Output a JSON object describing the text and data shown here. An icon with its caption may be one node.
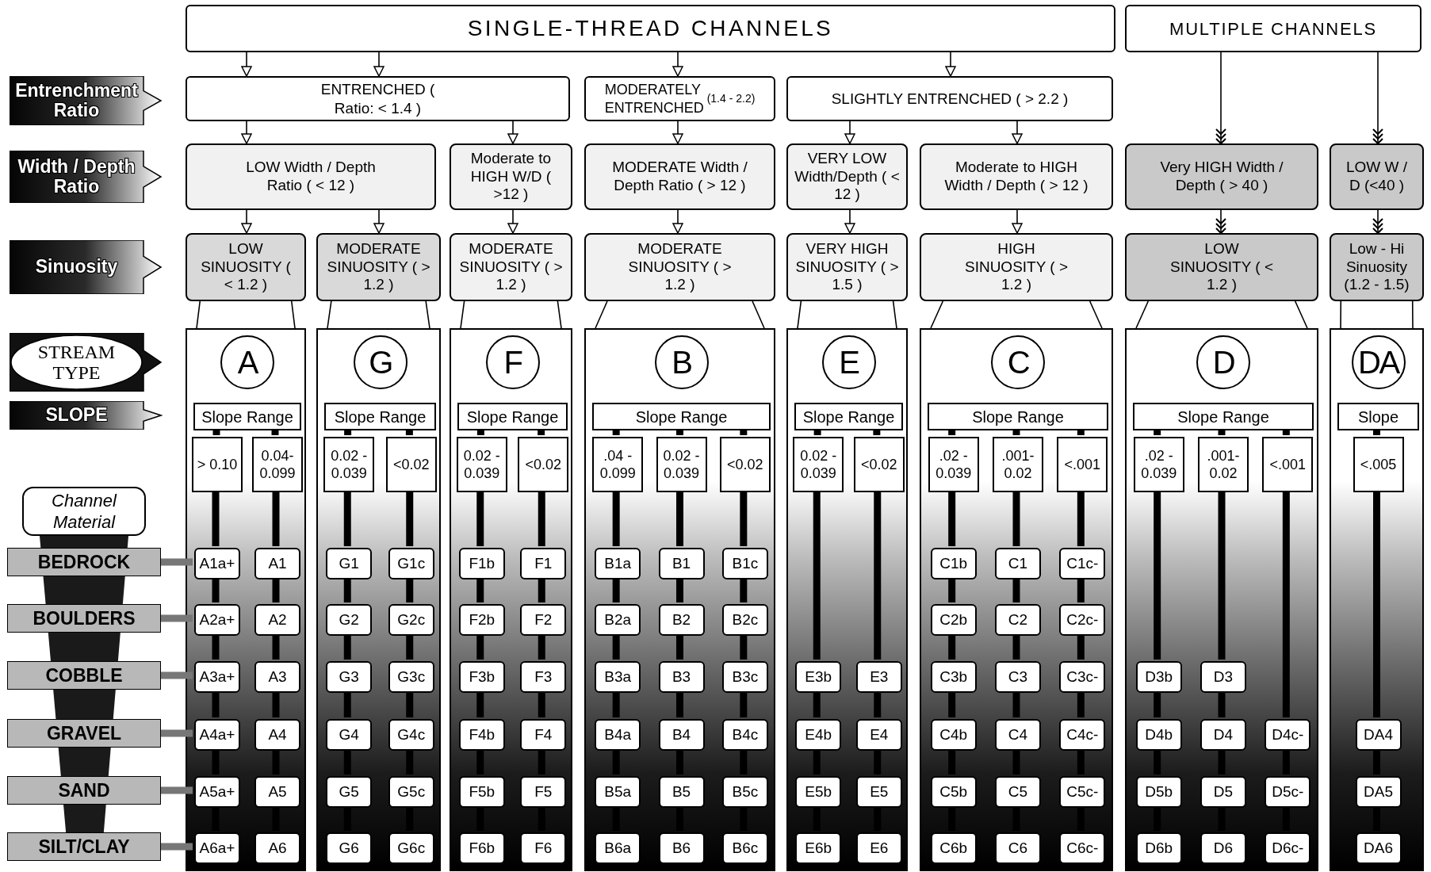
{
  "diagram": {
    "nodes": [
      {
        "text": [
          "SINGLE-THREAD CHANNELS"
        ]
      },
      {
        "text": [
          "MULTIPLE CHANNELS"
        ]
      },
      {
        "text": [
          "Entrenchment Ratio"
        ]
      },
      {
        "text": [
          "ENTRENCHED ( Ratio: < 1.4 )"
        ]
      },
      {
        "text": [
          "MODERATELY ENTRENCHED",
          "(1.4 - 2.2)"
        ]
      },
      {
        "text": [
          "SLIGHTLY ENTRENCHED ( > 2.2 )"
        ]
      },
      {
        "text": [
          "Width / Depth Ratio"
        ]
      },
      {
        "text": [
          "LOW Width / Depth Ratio ( < 12 )"
        ]
      },
      {
        "text": [
          "Moderate to HIGH W/D ( >12 )"
        ]
      },
      {
        "text": [
          "MODERATE Width / Depth Ratio ( > 12 )"
        ]
      },
      {
        "text": [
          "VERY LOW Width/Depth ( < 12 )"
        ]
      },
      {
        "text": [
          "Moderate to HIGH Width / Depth ( > 12 )"
        ]
      },
      {
        "text": [
          "Very HIGH Width / Depth ( > 40 )"
        ]
      },
      {
        "text": [
          "LOW W / D (<40 )"
        ]
      },
      {
        "text": [
          "Sinuosity"
        ]
      },
      {
        "text": [
          "LOW SINUOSITY ( < 1.2 )"
        ]
      },
      {
        "text": [
          "MODERATE SINUOSITY ( > 1.2 )"
        ]
      },
      {
        "text": [
          "MODERATE SINUOSITY ( > 1.2 )"
        ]
      },
      {
        "text": [
          "MODERATE SINUOSITY ( > 1.2 )"
        ]
      },
      {
        "text": [
          "VERY HIGH SINUOSITY ( > 1.5 )"
        ]
      },
      {
        "text": [
          "HIGH SINUOSITY ( > 1.2 )"
        ]
      },
      {
        "text": [
          "LOW SINUOSITY ( < 1.2 )"
        ]
      },
      {
        "text": [
          "Low - Hi Sinuosity (1.2 - 1.5)"
        ]
      },
      {
        "text": [
          "STREAM TYPE"
        ]
      },
      {
        "text": [
          "SLOPE"
        ]
      },
      {
        "text": [
          "Channel Material"
        ]
      },
      {
        "text": [
          "BEDROCK"
        ]
      },
      {
        "text": [
          "BOULDERS"
        ]
      },
      {
        "text": [
          "COBBLE"
        ]
      },
      {
        "text": [
          "GRAVEL"
        ]
      },
      {
        "text": [
          "SAND"
        ]
      },
      {
        "text": [
          "SILT/CLAY"
        ]
      },
      {
        "text": [],
        "shape": "box"
      },
      {
        "text": [
          "A"
        ],
        "in": 32
      },
      {
        "text": [
          "Slope Range"
        ],
        "in": 32
      },
      {
        "text": [
          "> 0.10"
        ],
        "in": 32
      },
      {
        "text": [
          "0.04- 0.099"
        ],
        "in": 32
      },
      {
        "text": [
          "A1a+"
        ],
        "in": 32
      },
      {
        "text": [
          "A1"
        ],
        "in": 32
      },
      {
        "text": [
          "A2a+"
        ],
        "in": 32
      },
      {
        "text": [
          "A2"
        ],
        "in": 32
      },
      {
        "text": [
          "A3a+"
        ],
        "in": 32
      },
      {
        "text": [
          "A3"
        ],
        "in": 32
      },
      {
        "text": [
          "A4a+"
        ],
        "in": 32
      },
      {
        "text": [
          "A4"
        ],
        "in": 32
      },
      {
        "text": [
          "A5a+"
        ],
        "in": 32
      },
      {
        "text": [
          "A5"
        ],
        "in": 32
      },
      {
        "text": [
          "A6a+"
        ],
        "in": 32
      },
      {
        "text": [
          "A6"
        ],
        "in": 32
      },
      {
        "text": [],
        "shape": "box"
      },
      {
        "text": [
          "G"
        ],
        "in": 49
      },
      {
        "text": [
          "Slope Range"
        ],
        "in": 49
      },
      {
        "text": [
          "0.02 - 0.039"
        ],
        "in": 49
      },
      {
        "text": [
          "<0.02"
        ],
        "in": 49
      },
      {
        "text": [
          "G1"
        ],
        "in": 49
      },
      {
        "text": [
          "G1c"
        ],
        "in": 49
      },
      {
        "text": [
          "G2"
        ],
        "in": 49
      },
      {
        "text": [
          "G2c"
        ],
        "in": 49
      },
      {
        "text": [
          "G3"
        ],
        "in": 49
      },
      {
        "text": [
          "G3c"
        ],
        "in": 49
      },
      {
        "text": [
          "G4"
        ],
        "in": 49
      },
      {
        "text": [
          "G4c"
        ],
        "in": 49
      },
      {
        "text": [
          "G5"
        ],
        "in": 49
      },
      {
        "text": [
          "G5c"
        ],
        "in": 49
      },
      {
        "text": [
          "G6"
        ],
        "in": 49
      },
      {
        "text": [
          "G6c"
        ],
        "in": 49
      },
      {
        "text": [],
        "shape": "box"
      },
      {
        "text": [
          "F"
        ],
        "in": 66
      },
      {
        "text": [
          "Slope Range"
        ],
        "in": 66
      },
      {
        "text": [
          "0.02 - 0.039"
        ],
        "in": 66
      },
      {
        "text": [
          "<0.02"
        ],
        "in": 66
      },
      {
        "text": [
          "F1b"
        ],
        "in": 66
      },
      {
        "text": [
          "F1"
        ],
        "in": 66
      },
      {
        "text": [
          "F2b"
        ],
        "in": 66
      },
      {
        "text": [
          "F2"
        ],
        "in": 66
      },
      {
        "text": [
          "F3b"
        ],
        "in": 66
      },
      {
        "text": [
          "F3"
        ],
        "in": 66
      },
      {
        "text": [
          "F4b"
        ],
        "in": 66
      },
      {
        "text": [
          "F4"
        ],
        "in": 66
      },
      {
        "text": [
          "F5b"
        ],
        "in": 66
      },
      {
        "text": [
          "F5"
        ],
        "in": 66
      },
      {
        "text": [
          "F6b"
        ],
        "in": 66
      },
      {
        "text": [
          "F6"
        ],
        "in": 66
      },
      {
        "text": [],
        "shape": "box"
      },
      {
        "text": [
          "B"
        ],
        "in": 83
      },
      {
        "text": [
          "Slope Range"
        ],
        "in": 83
      },
      {
        "text": [
          ".04 - 0.099"
        ],
        "in": 83
      },
      {
        "text": [
          "0.02 - 0.039"
        ],
        "in": 83
      },
      {
        "text": [
          "<0.02"
        ],
        "in": 83
      },
      {
        "text": [
          "B1a"
        ],
        "in": 83
      },
      {
        "text": [
          "B1"
        ],
        "in": 83
      },
      {
        "text": [
          "B1c"
        ],
        "in": 83
      },
      {
        "text": [
          "B2a"
        ],
        "in": 83
      },
      {
        "text": [
          "B2"
        ],
        "in": 83
      },
      {
        "text": [
          "B2c"
        ],
        "in": 83
      },
      {
        "text": [
          "B3a"
        ],
        "in": 83
      },
      {
        "text": [
          "B3"
        ],
        "in": 83
      },
      {
        "text": [
          "B3c"
        ],
        "in": 83
      },
      {
        "text": [
          "B4a"
        ],
        "in": 83
      },
      {
        "text": [
          "B4"
        ],
        "in": 83
      },
      {
        "text": [
          "B4c"
        ],
        "in": 83
      },
      {
        "text": [
          "B5a"
        ],
        "in": 83
      },
      {
        "text": [
          "B5"
        ],
        "in": 83
      },
      {
        "text": [
          "B5c"
        ],
        "in": 83
      },
      {
        "text": [
          "B6a"
        ],
        "in": 83
      },
      {
        "text": [
          "B6"
        ],
        "in": 83
      },
      {
        "text": [
          "B6c"
        ],
        "in": 83
      },
      {
        "text": [],
        "shape": "box"
      },
      {
        "text": [
          "E"
        ],
        "in": 107
      },
      {
        "text": [
          "Slope Range"
        ],
        "in": 107
      },
      {
        "text": [
          "0.02 - 0.039"
        ],
        "in": 107
      },
      {
        "text": [
          "<0.02"
        ],
        "in": 107
      },
      {
        "text": [
          "E3b"
        ],
        "in": 107
      },
      {
        "text": [
          "E3"
        ],
        "in": 107
      },
      {
        "text": [
          "E4b"
        ],
        "in": 107
      },
      {
        "text": [
          "E4"
        ],
        "in": 107
      },
      {
        "text": [
          "E5b"
        ],
        "in": 107
      },
      {
        "text": [
          "E5"
        ],
        "in": 107
      },
      {
        "text": [
          "E6b"
        ],
        "in": 107
      },
      {
        "text": [
          "E6"
        ],
        "in": 107
      },
      {
        "text": [],
        "shape": "box"
      },
      {
        "text": [
          "C"
        ],
        "in": 120
      },
      {
        "text": [
          "Slope Range"
        ],
        "in": 120
      },
      {
        "text": [
          ".02 - 0.039"
        ],
        "in": 120
      },
      {
        "text": [
          ".001- 0.02"
        ],
        "in": 120
      },
      {
        "text": [
          "<.001"
        ],
        "in": 120
      },
      {
        "text": [
          "C1b"
        ],
        "in": 120
      },
      {
        "text": [
          "C1"
        ],
        "in": 120
      },
      {
        "text": [
          "C1c-"
        ],
        "in": 120
      },
      {
        "text": [
          "C2b"
        ],
        "in": 120
      },
      {
        "text": [
          "C2"
        ],
        "in": 120
      },
      {
        "text": [
          "C2c-"
        ],
        "in": 120
      },
      {
        "text": [
          "C3b"
        ],
        "in": 120
      },
      {
        "text": [
          "C3"
        ],
        "in": 120
      },
      {
        "text": [
          "C3c-"
        ],
        "in": 120
      },
      {
        "text": [
          "C4b"
        ],
        "in": 120
      },
      {
        "text": [
          "C4"
        ],
        "in": 120
      },
      {
        "text": [
          "C4c-"
        ],
        "in": 120
      },
      {
        "text": [
          "C5b"
        ],
        "in": 120
      },
      {
        "text": [
          "C5"
        ],
        "in": 120
      },
      {
        "text": [
          "C5c-"
        ],
        "in": 120
      },
      {
        "text": [
          "C6b"
        ],
        "in": 120
      },
      {
        "text": [
          "C6"
        ],
        "in": 120
      },
      {
        "text": [
          "C6c-"
        ],
        "in": 120
      },
      {
        "text": [],
        "shape": "box"
      },
      {
        "text": [
          "D"
        ],
        "in": 144
      },
      {
        "text": [
          "Slope Range"
        ],
        "in": 144
      },
      {
        "text": [
          ".02 - 0.039"
        ],
        "in": 144
      },
      {
        "text": [
          ".001- 0.02"
        ],
        "in": 144
      },
      {
        "text": [
          "<.001"
        ],
        "in": 144
      },
      {
        "text": [
          "D3b"
        ],
        "in": 144
      },
      {
        "text": [
          "D3"
        ],
        "in": 144
      },
      {
        "text": [
          "D4b"
        ],
        "in": 144
      },
      {
        "text": [
          "D4"
        ],
        "in": 144
      },
      {
        "text": [
          "D4c-"
        ],
        "in": 144
      },
      {
        "text": [
          "D5b"
        ],
        "in": 144
      },
      {
        "text": [
          "D5"
        ],
        "in": 144
      },
      {
        "text": [
          "D5c-"
        ],
        "in": 144
      },
      {
        "text": [
          "D6b"
        ],
        "in": 144
      },
      {
        "text": [
          "D6"
        ],
        "in": 144
      },
      {
        "text": [
          "D6c-"
        ],
        "in": 144
      },
      {
        "text": [],
        "shape": "box"
      },
      {
        "text": [
          "DA"
        ],
        "in": 161
      },
      {
        "text": [
          "Slope"
        ],
        "in": 161
      },
      {
        "text": [
          "<.005"
        ],
        "in": 161
      },
      {
        "text": [
          "DA4"
        ],
        "in": 161
      },
      {
        "text": [
          "DA5"
        ],
        "in": 161
      },
      {
        "text": [
          "DA6"
        ],
        "in": 161
      }
    ],
    "edges": [
      {
        "from": 0,
        "to": 3,
        "arrow": "to"
      },
      {
        "from": 0,
        "to": 3,
        "arrow": "to"
      },
      {
        "from": 0,
        "to": 4,
        "arrow": "to"
      },
      {
        "from": 0,
        "to": 5,
        "arrow": "to"
      },
      {
        "from": 1,
        "to": 12,
        "arrow": "to"
      },
      {
        "from": 1,
        "to": 13,
        "arrow": "to"
      },
      {
        "from": 3,
        "to": 7,
        "arrow": "to"
      },
      {
        "from": 3,
        "to": 8,
        "arrow": "to"
      },
      {
        "from": 4,
        "to": 9,
        "arrow": "to"
      },
      {
        "from": 5,
        "to": 10,
        "arrow": "to"
      },
      {
        "from": 5,
        "to": 11,
        "arrow": "to"
      },
      {
        "from": 7,
        "to": 15,
        "arrow": "to"
      },
      {
        "from": 7,
        "to": 16,
        "arrow": "to"
      },
      {
        "from": 8,
        "to": 17,
        "arrow": "to"
      },
      {
        "from": 9,
        "to": 18,
        "arrow": "to"
      },
      {
        "from": 10,
        "to": 19,
        "arrow": "to"
      },
      {
        "from": 11,
        "to": 20,
        "arrow": "to"
      },
      {
        "from": 12,
        "to": 21,
        "arrow": "to"
      },
      {
        "from": 13,
        "to": 22,
        "arrow": "to"
      },
      {
        "from": 15,
        "to": 32,
        "arrow": "none"
      },
      {
        "from": 16,
        "to": 49,
        "arrow": "none"
      },
      {
        "from": 17,
        "to": 66,
        "arrow": "none"
      },
      {
        "from": 18,
        "to": 83,
        "arrow": "none"
      },
      {
        "from": 19,
        "to": 107,
        "arrow": "none"
      },
      {
        "from": 20,
        "to": 120,
        "arrow": "none"
      },
      {
        "from": 21,
        "to": 144,
        "arrow": "none"
      },
      {
        "from": 22,
        "to": 161,
        "arrow": "none"
      },
      {
        "from": 26,
        "to": 37,
        "arrow": "none",
        "color": "#777777"
      },
      {
        "from": 27,
        "to": 39,
        "arrow": "none",
        "color": "#777777"
      },
      {
        "from": 28,
        "to": 41,
        "arrow": "none",
        "color": "#777777"
      },
      {
        "from": 29,
        "to": 43,
        "arrow": "none",
        "color": "#777777"
      },
      {
        "from": 30,
        "to": 45,
        "arrow": "none",
        "color": "#777777"
      },
      {
        "from": 31,
        "to": 47,
        "arrow": "none",
        "color": "#777777"
      },
      {
        "from": 34,
        "to": 35,
        "arrow": "none"
      },
      {
        "from": 34,
        "to": 36,
        "arrow": "none"
      },
      {
        "from": 35,
        "to": 37,
        "arrow": "none"
      },
      {
        "from": 37,
        "to": 39,
        "arrow": "none"
      },
      {
        "from": 39,
        "to": 41,
        "arrow": "none"
      },
      {
        "from": 41,
        "to": 43,
        "arrow": "none"
      },
      {
        "from": 43,
        "to": 45,
        "arrow": "none"
      },
      {
        "from": 45,
        "to": 47,
        "arrow": "none"
      },
      {
        "from": 36,
        "to": 38,
        "arrow": "none"
      },
      {
        "from": 38,
        "to": 40,
        "arrow": "none"
      },
      {
        "from": 40,
        "to": 42,
        "arrow": "none"
      },
      {
        "from": 42,
        "to": 44,
        "arrow": "none"
      },
      {
        "from": 44,
        "to": 46,
        "arrow": "none"
      },
      {
        "from": 46,
        "to": 48,
        "arrow": "none"
      },
      {
        "from": 51,
        "to": 52,
        "arrow": "none"
      },
      {
        "from": 51,
        "to": 53,
        "arrow": "none"
      },
      {
        "from": 52,
        "to": 54,
        "arrow": "none"
      },
      {
        "from": 54,
        "to": 56,
        "arrow": "none"
      },
      {
        "from": 56,
        "to": 58,
        "arrow": "none"
      },
      {
        "from": 58,
        "to": 60,
        "arrow": "none"
      },
      {
        "from": 60,
        "to": 62,
        "arrow": "none"
      },
      {
        "from": 62,
        "to": 64,
        "arrow": "none"
      },
      {
        "from": 53,
        "to": 55,
        "arrow": "none"
      },
      {
        "from": 55,
        "to": 57,
        "arrow": "none"
      },
      {
        "from": 57,
        "to": 59,
        "arrow": "none"
      },
      {
        "from": 59,
        "to": 61,
        "arrow": "none"
      },
      {
        "from": 61,
        "to": 63,
        "arrow": "none"
      },
      {
        "from": 63,
        "to": 65,
        "arrow": "none"
      },
      {
        "from": 68,
        "to": 69,
        "arrow": "none"
      },
      {
        "from": 68,
        "to": 70,
        "arrow": "none"
      },
      {
        "from": 69,
        "to": 71,
        "arrow": "none"
      },
      {
        "from": 71,
        "to": 73,
        "arrow": "none"
      },
      {
        "from": 73,
        "to": 75,
        "arrow": "none"
      },
      {
        "from": 75,
        "to": 77,
        "arrow": "none"
      },
      {
        "from": 77,
        "to": 79,
        "arrow": "none"
      },
      {
        "from": 79,
        "to": 81,
        "arrow": "none"
      },
      {
        "from": 70,
        "to": 72,
        "arrow": "none"
      },
      {
        "from": 72,
        "to": 74,
        "arrow": "none"
      },
      {
        "from": 74,
        "to": 76,
        "arrow": "none"
      },
      {
        "from": 76,
        "to": 78,
        "arrow": "none"
      },
      {
        "from": 78,
        "to": 80,
        "arrow": "none"
      },
      {
        "from": 80,
        "to": 82,
        "arrow": "none"
      },
      {
        "from": 85,
        "to": 86,
        "arrow": "none"
      },
      {
        "from": 85,
        "to": 87,
        "arrow": "none"
      },
      {
        "from": 85,
        "to": 88,
        "arrow": "none"
      },
      {
        "from": 86,
        "to": 89,
        "arrow": "none"
      },
      {
        "from": 89,
        "to": 92,
        "arrow": "none"
      },
      {
        "from": 92,
        "to": 95,
        "arrow": "none"
      },
      {
        "from": 95,
        "to": 98,
        "arrow": "none"
      },
      {
        "from": 98,
        "to": 101,
        "arrow": "none"
      },
      {
        "from": 101,
        "to": 104,
        "arrow": "none"
      },
      {
        "from": 87,
        "to": 90,
        "arrow": "none"
      },
      {
        "from": 90,
        "to": 93,
        "arrow": "none"
      },
      {
        "from": 93,
        "to": 96,
        "arrow": "none"
      },
      {
        "from": 96,
        "to": 99,
        "arrow": "none"
      },
      {
        "from": 99,
        "to": 102,
        "arrow": "none"
      },
      {
        "from": 102,
        "to": 105,
        "arrow": "none"
      },
      {
        "from": 88,
        "to": 91,
        "arrow": "none"
      },
      {
        "from": 91,
        "to": 94,
        "arrow": "none"
      },
      {
        "from": 94,
        "to": 97,
        "arrow": "none"
      },
      {
        "from": 97,
        "to": 100,
        "arrow": "none"
      },
      {
        "from": 100,
        "to": 103,
        "arrow": "none"
      },
      {
        "from": 103,
        "to": 106,
        "arrow": "none"
      },
      {
        "from": 109,
        "to": 110,
        "arrow": "none"
      },
      {
        "from": 109,
        "to": 111,
        "arrow": "none"
      },
      {
        "from": 110,
        "to": 112,
        "arrow": "none"
      },
      {
        "from": 112,
        "to": 114,
        "arrow": "none"
      },
      {
        "from": 114,
        "to": 116,
        "arrow": "none"
      },
      {
        "from": 116,
        "to": 118,
        "arrow": "none"
      },
      {
        "from": 111,
        "to": 113,
        "arrow": "none"
      },
      {
        "from": 113,
        "to": 115,
        "arrow": "none"
      },
      {
        "from": 115,
        "to": 117,
        "arrow": "none"
      },
      {
        "from": 117,
        "to": 119,
        "arrow": "none"
      },
      {
        "from": 122,
        "to": 123,
        "arrow": "none"
      },
      {
        "from": 122,
        "to": 124,
        "arrow": "none"
      },
      {
        "from": 122,
        "to": 125,
        "arrow": "none"
      },
      {
        "from": 123,
        "to": 126,
        "arrow": "none"
      },
      {
        "from": 126,
        "to": 129,
        "arrow": "none"
      },
      {
        "from": 129,
        "to": 132,
        "arrow": "none"
      },
      {
        "from": 132,
        "to": 135,
        "arrow": "none"
      },
      {
        "from": 135,
        "to": 138,
        "arrow": "none"
      },
      {
        "from": 138,
        "to": 141,
        "arrow": "none"
      },
      {
        "from": 124,
        "to": 127,
        "arrow": "none"
      },
      {
        "from": 127,
        "to": 130,
        "arrow": "none"
      },
      {
        "from": 130,
        "to": 133,
        "arrow": "none"
      },
      {
        "from": 133,
        "to": 136,
        "arrow": "none"
      },
      {
        "from": 136,
        "to": 139,
        "arrow": "none"
      },
      {
        "from": 139,
        "to": 142,
        "arrow": "none"
      },
      {
        "from": 125,
        "to": 128,
        "arrow": "none"
      },
      {
        "from": 128,
        "to": 131,
        "arrow": "none"
      },
      {
        "from": 131,
        "to": 134,
        "arrow": "none"
      },
      {
        "from": 134,
        "to": 137,
        "arrow": "none"
      },
      {
        "from": 137,
        "to": 140,
        "arrow": "none"
      },
      {
        "from": 140,
        "to": 143,
        "arrow": "none"
      },
      {
        "from": 146,
        "to": 147,
        "arrow": "none"
      },
      {
        "from": 146,
        "to": 148,
        "arrow": "none"
      },
      {
        "from": 146,
        "to": 149,
        "arrow": "none"
      },
      {
        "from": 147,
        "to": 150,
        "arrow": "none"
      },
      {
        "from": 150,
        "to": 152,
        "arrow": "none"
      },
      {
        "from": 152,
        "to": 155,
        "arrow": "none"
      },
      {
        "from": 155,
        "to": 158,
        "arrow": "none"
      },
      {
        "from": 148,
        "to": 151,
        "arrow": "none"
      },
      {
        "from": 151,
        "to": 153,
        "arrow": "none"
      },
      {
        "from": 153,
        "to": 156,
        "arrow": "none"
      },
      {
        "from": 156,
        "to": 159,
        "arrow": "none"
      },
      {
        "from": 149,
        "to": 154,
        "arrow": "none"
      },
      {
        "from": 154,
        "to": 157,
        "arrow": "none"
      },
      {
        "from": 157,
        "to": 160,
        "arrow": "none"
      },
      {
        "from": 163,
        "to": 164,
        "arrow": "none"
      },
      {
        "from": 164,
        "to": 165,
        "arrow": "none"
      },
      {
        "from": 165,
        "to": 166,
        "arrow": "none"
      },
      {
        "from": 166,
        "to": 167,
        "arrow": "none"
      }
    ]
  }
}
